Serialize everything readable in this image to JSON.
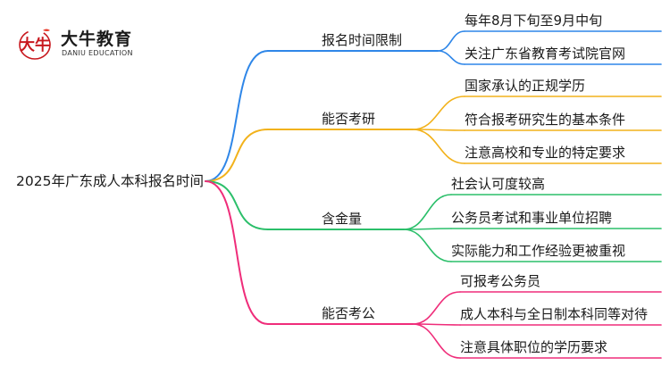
{
  "logo": {
    "name": "大牛教育",
    "subtitle": "DANIU EDUCATION",
    "mark_text": "大牛",
    "colors": {
      "mark": "#c8181e",
      "accent": "#e83a2a"
    }
  },
  "root": {
    "label": "2025年广东成人本科报名时间"
  },
  "branches": [
    {
      "label": "报名时间限制",
      "color": "#2e86e8",
      "leaves": [
        "每年8月下旬至9月中旬",
        "关注广东省教育考试院官网"
      ]
    },
    {
      "label": "能否考研",
      "color": "#f2b21b",
      "leaves": [
        "国家承认的正规学历",
        "符合报考研究生的基本条件",
        "注意高校和专业的特定要求"
      ]
    },
    {
      "label": "含金量",
      "color": "#2bbf6a",
      "leaves": [
        "社会认可度较高",
        "公务员考试和事业单位招聘",
        "实际能力和工作经验更被重视"
      ]
    },
    {
      "label": "能否考公",
      "color": "#ef2d7a",
      "leaves": [
        "可报考公务员",
        "成人本科与全日制本科同等对待",
        "注意具体职位的学历要求"
      ]
    }
  ]
}
